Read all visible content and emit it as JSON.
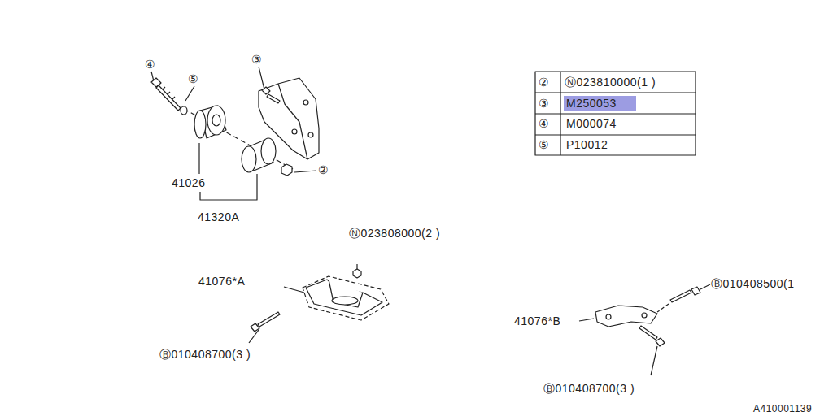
{
  "diagram": {
    "labels": [
      "④",
      "⑤",
      "③",
      "②",
      "41026",
      "41320A",
      "②",
      "Ⓝ023810000(1 )",
      "③",
      "M250053",
      "④",
      "M000074",
      "⑤",
      "P10012",
      "Ⓝ023808000(2 )",
      "41076*A",
      "Ⓑ010408700(3 )",
      "41076*B",
      "Ⓑ010408500(1",
      "Ⓑ010408700(3 )",
      "A410001139"
    ]
  }
}
